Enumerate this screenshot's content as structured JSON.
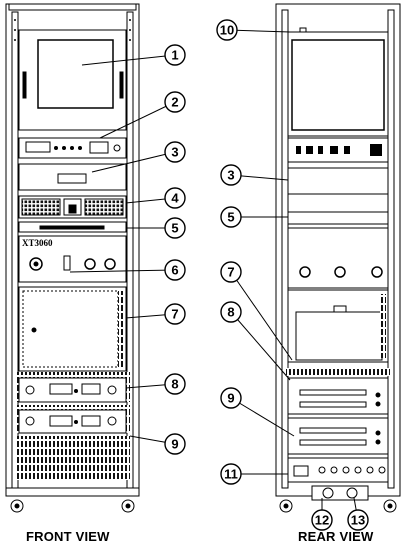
{
  "captions": {
    "front": "FRONT VIEW",
    "rear": "REAR VIEW"
  },
  "front_panel": {
    "model_label": "XT3060"
  },
  "callouts_front": [
    "1",
    "2",
    "3",
    "4",
    "5",
    "6",
    "7",
    "8",
    "9"
  ],
  "callouts_rear": [
    "10",
    "3",
    "5",
    "7",
    "8",
    "9",
    "11",
    "12",
    "13"
  ],
  "colors": {
    "line": "#000000",
    "panel": "#ffffff",
    "vent": "#111111",
    "shade": "#dddddd"
  }
}
